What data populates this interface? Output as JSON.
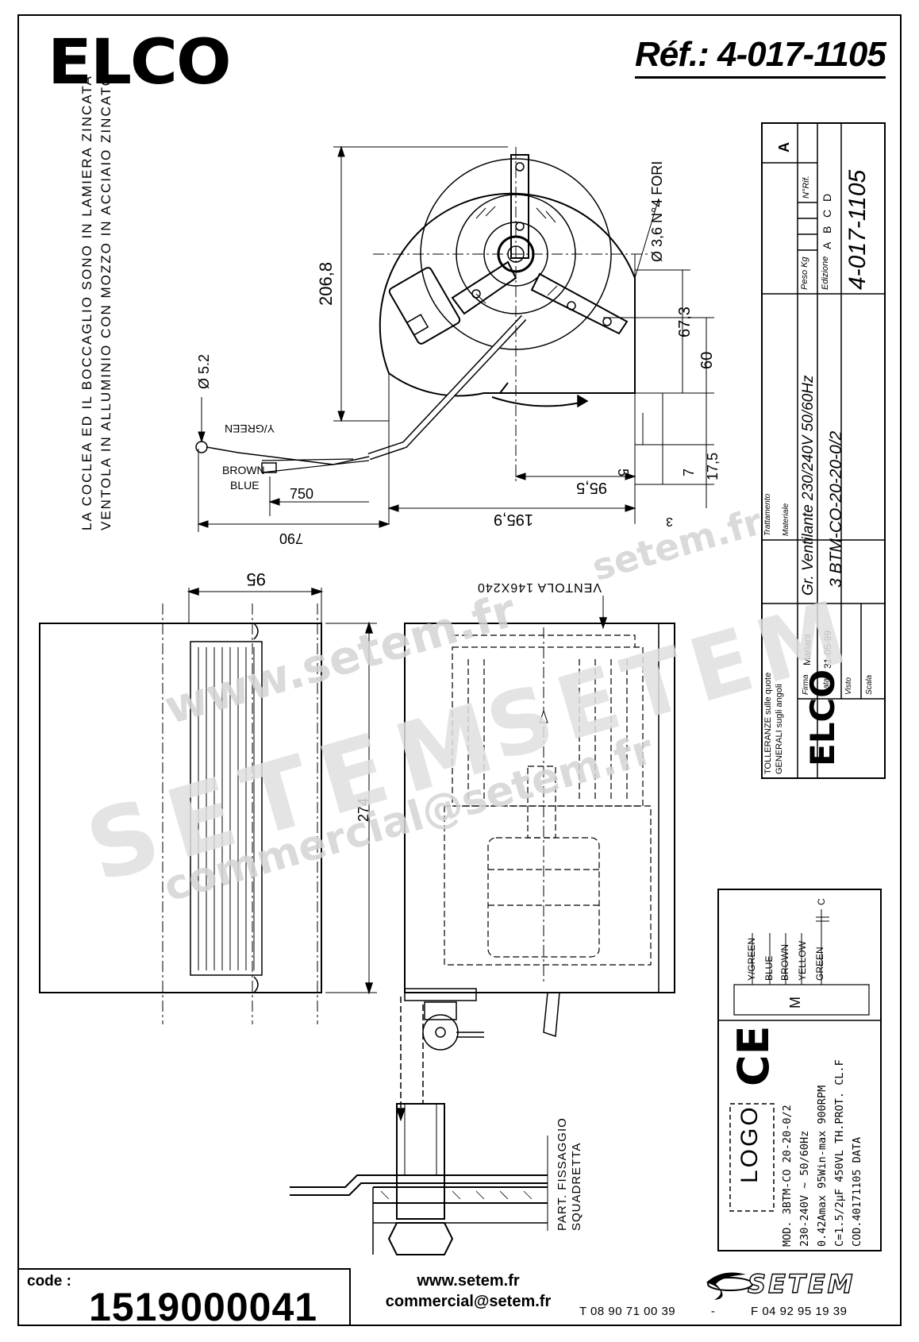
{
  "brand": "ELCO",
  "reference": "Réf.: 4-017-1105",
  "notes": {
    "line1": "LA COCLEA ED IL BOCCAGLIO SONO IN LAMIERA ZINCATA",
    "line2": "VENTOLA IN ALLUMINIO CON MOZZO IN ACCIAIO ZINCATO"
  },
  "dimensions": {
    "height_total": "206,8",
    "hole_dia": "Ø 3,6 N°4 FORI",
    "d67": "67,3",
    "d60": "60",
    "d5": "5",
    "d7": "7",
    "d17": "17,5",
    "d95_5": "95,5",
    "d195_9": "195,9",
    "d3": "3",
    "d750": "750",
    "d790": "790",
    "d5_2": "Ø 5.2",
    "side_width": "95",
    "side_height": "274",
    "ventola": "VENTOLA 146X240"
  },
  "wires": {
    "ygreen": "Y/GREEN",
    "brown": "BROWN",
    "blue": "BLUE"
  },
  "title_block": {
    "rev": "A",
    "peso": "Peso Kg",
    "nrif": "N°Rif.",
    "edizione": "Edizione",
    "ed_a": "A",
    "ed_b": "B",
    "ed_c": "C",
    "ed_d": "D",
    "number": "4-017-1105",
    "name": "Gr. Ventilante  230/240V  50/60Hz",
    "code": "3  BTM-CO-20-20-0/2",
    "trattamento": "Trattamento",
    "materiale": "Materiale",
    "tolleranze": "TOLLERANZE  sulle quote",
    "generali": "GENERALI   sugli angoli",
    "firma_lbl": "Firma",
    "firma": "Mariani",
    "data_lbl": "Data",
    "data": "31-05-99",
    "visto": "Visto",
    "scala": "Scala",
    "logo": "ELCO"
  },
  "bracket_note": {
    "line1": "PART. FISSAGGIO",
    "line2": "SQUADRETTA"
  },
  "label": {
    "w_ygreen": "Y/GREEN",
    "w_blue": "BLUE",
    "w_brown": "BROWN",
    "w_yellow": "YELLOW",
    "w_green": "GREEN",
    "cap": "C",
    "motor": "M",
    "ce": "CE",
    "logo": "LOGO",
    "mod": "MOD. 3BTM-CO    20-20-0/2",
    "volt": "230-240V ~     50/60Hz",
    "amp": "0.42Amax 95Win-max  900RPM",
    "cap_line": "C=1.5/2μF 450VL  TH.PROT. CL.F",
    "cod": "COD.40171105       DATA"
  },
  "footer": {
    "code_label": "code :",
    "code_value": "1519000041",
    "web": "www.setem.fr",
    "email": "commercial@setem.fr",
    "company": "SETEM",
    "tel": "T 08 90 71 00 39",
    "sep": "-",
    "fax": "F 04 92 95 19 39"
  },
  "watermark": {
    "web": "www.setem.fr",
    "brand": "SETEM",
    "brand2": "SETEM",
    "email": "commercial@setem.fr",
    "web2": "setem.fr"
  }
}
